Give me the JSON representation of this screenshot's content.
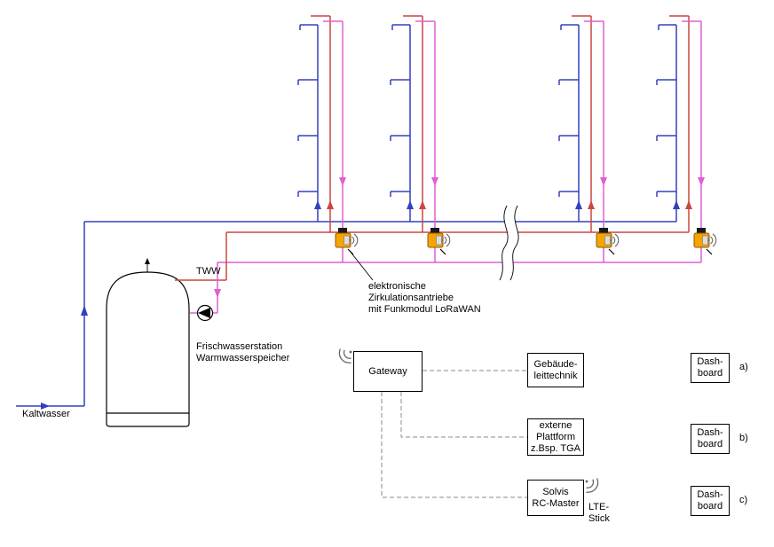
{
  "colors": {
    "cold": "#3340c0",
    "hot": "#cb4742",
    "circ": "#e25ed2",
    "drive": "#f6a500",
    "dash": "#888888"
  },
  "labels": {
    "kaltwasser": "Kaltwasser",
    "tww": "TWW",
    "station": "Frischwasserstation\nWarmwasserspeicher",
    "drives_callout": "elektronische\nZirkulationsantriebe\nmit Funkmodul LoRaWAN",
    "lte_stick": "LTE-\nStick"
  },
  "nodes": {
    "gateway": "Gateway",
    "building_control": "Gebäude-\nleittechnik",
    "external_platform": "externe\nPlattform\nz.Bsp. TGA",
    "solvis": "Solvis\nRC-Master"
  },
  "dashboards": [
    {
      "label": "Dash-\nboard",
      "tag": "a)"
    },
    {
      "label": "Dash-\nboard",
      "tag": "b)"
    },
    {
      "label": "Dash-\nboard",
      "tag": "c)"
    }
  ],
  "icons": {
    "gateway_wireless": "wifi-arcs-icon",
    "lte_wireless": "wifi-arcs-icon",
    "drive_wireless": "wifi-arcs-icon",
    "circulation_pump": "pump-triangle-icon",
    "pipe_break": "wavy-break-icon",
    "tank_vent": "up-arrow-icon"
  }
}
